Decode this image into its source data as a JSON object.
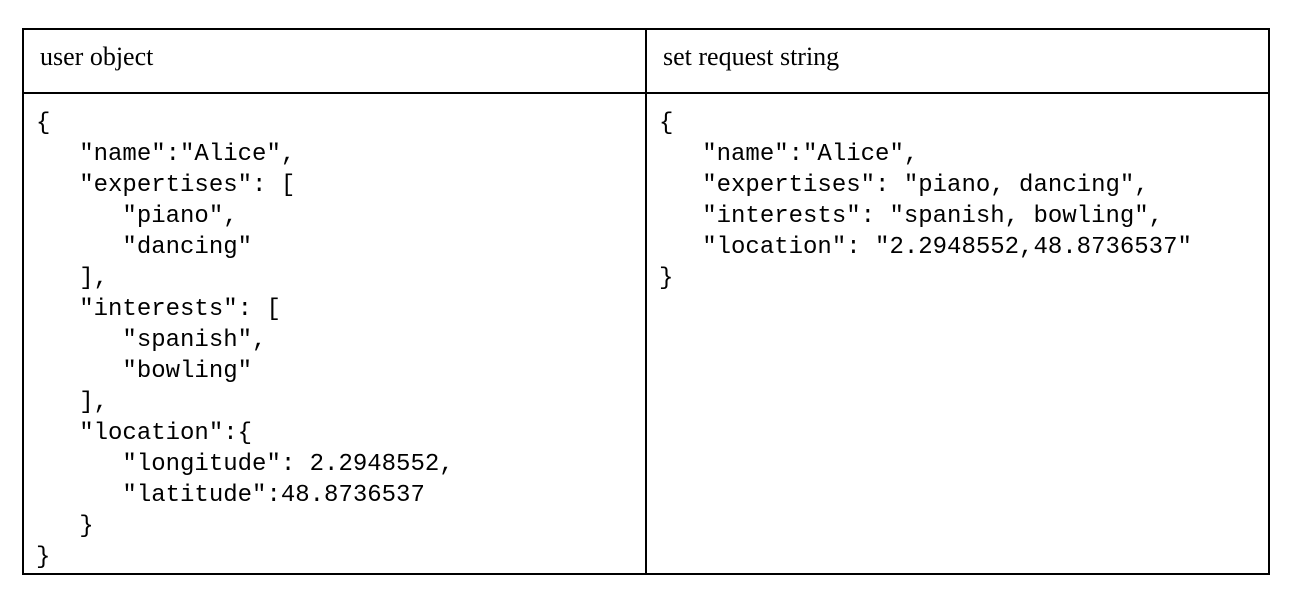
{
  "table": {
    "columns": [
      {
        "id": "user-object",
        "header": "user object",
        "code": "{\n   \"name\":\"Alice\",\n   \"expertises\": [\n      \"piano\",\n      \"dancing\"\n   ],\n   \"interests\": [\n      \"spanish\",\n      \"bowling\"\n   ],\n   \"location\":{\n      \"longitude\": 2.2948552,\n      \"latitude\":48.8736537\n   }\n}"
      },
      {
        "id": "set-request-string",
        "header": "set request string",
        "code": "{\n   \"name\":\"Alice\",\n   \"expertises\": \"piano, dancing\",\n   \"interests\": \"spanish, bowling\",\n   \"location\": \"2.2948552,48.8736537\"\n}"
      }
    ]
  },
  "style": {
    "border_color": "#000000",
    "text_color": "#000000",
    "background": "#ffffff"
  }
}
